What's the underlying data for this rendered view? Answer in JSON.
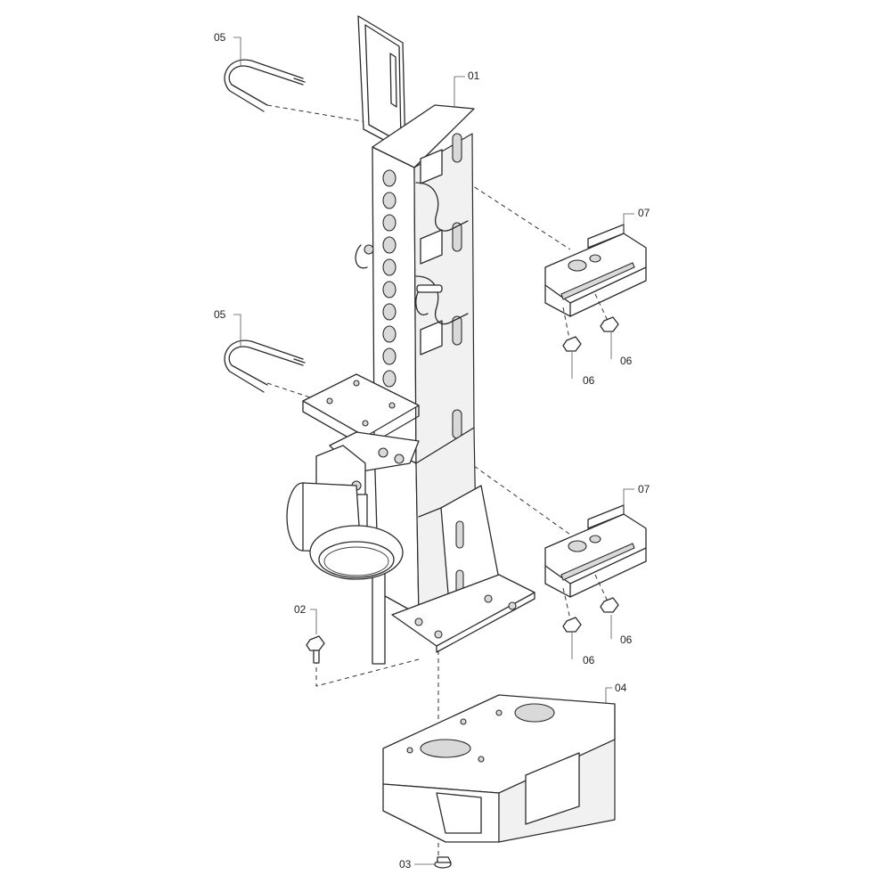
{
  "callouts": [
    {
      "id": "c01a",
      "label": "01"
    },
    {
      "id": "c05a",
      "label": "05"
    },
    {
      "id": "c05b",
      "label": "05"
    },
    {
      "id": "c07a",
      "label": "07"
    },
    {
      "id": "c06a",
      "label": "06"
    },
    {
      "id": "c06b",
      "label": "06"
    },
    {
      "id": "c07b",
      "label": "07"
    },
    {
      "id": "c06c",
      "label": "06"
    },
    {
      "id": "c06d",
      "label": "06"
    },
    {
      "id": "c02a",
      "label": "02"
    },
    {
      "id": "c04a",
      "label": "04"
    },
    {
      "id": "c03a",
      "label": "03"
    }
  ]
}
